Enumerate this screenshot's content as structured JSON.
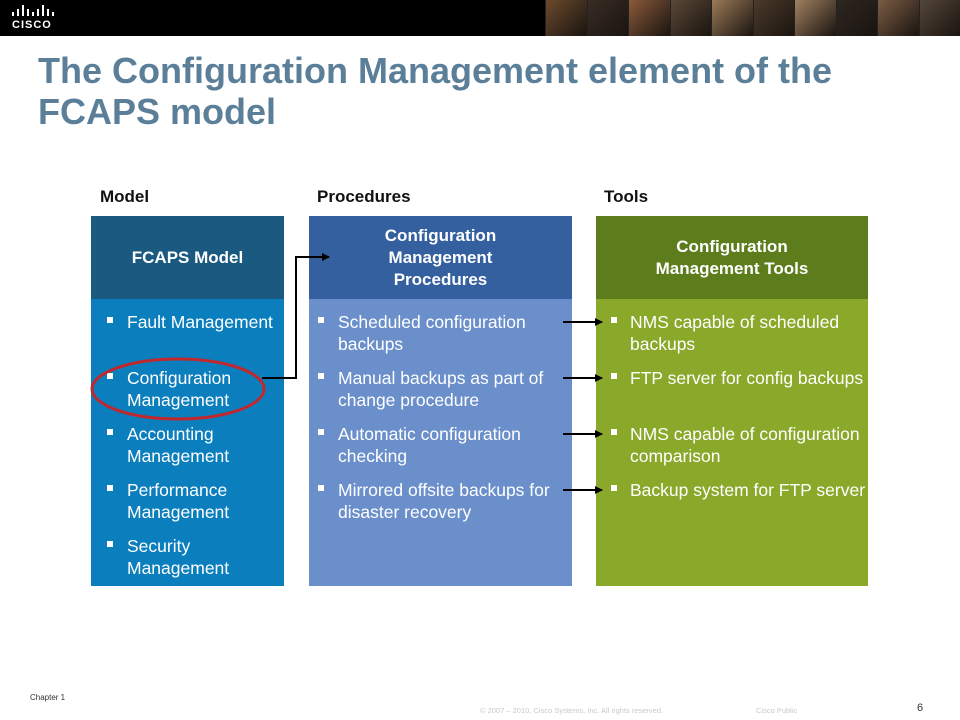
{
  "header": {
    "logo_text": "CISCO",
    "photo_colors": [
      "#6b4a2c",
      "#3a2c25",
      "#8a5a3a",
      "#5a4836",
      "#9a7a56",
      "#4c3a2a",
      "#a08060",
      "#2e2620",
      "#7a5c44",
      "#55463a"
    ]
  },
  "slide": {
    "title": "The Configuration Management element of the FCAPS model"
  },
  "columns": {
    "model": {
      "heading": "Model",
      "box_title": "FCAPS Model",
      "items": [
        "Fault Management",
        "Configuration Management",
        "Accounting Management",
        "Performance Management",
        "Security Management"
      ],
      "highlighted_item": "Configuration Management"
    },
    "procedures": {
      "heading": "Procedures",
      "box_title": "Configuration Management Procedures",
      "items": [
        "Scheduled configuration backups",
        "Manual backups as part of change procedure",
        "Automatic configuration checking",
        "Mirrored offsite backups for disaster recovery"
      ]
    },
    "tools": {
      "heading": "Tools",
      "box_title": "Configuration Management Tools",
      "items": [
        "NMS capable of scheduled backups",
        "FTP server for config backups",
        "NMS capable of configuration comparison",
        "Backup system for FTP server"
      ]
    }
  },
  "colors": {
    "title": "#5b7f98",
    "model_head": "#1a5a80",
    "model_body": "#0b7ebd",
    "proc_head": "#3560a0",
    "proc_body": "#6a8fcb",
    "tools_head": "#5d7d1c",
    "tools_body": "#8aa82a",
    "highlight_circle": "#c0282e"
  },
  "footer": {
    "chapter": "Chapter 1",
    "copyright": "© 2007 – 2010, Cisco Systems, Inc. All rights reserved.",
    "classification": "Cisco Public",
    "page_number": "6"
  }
}
